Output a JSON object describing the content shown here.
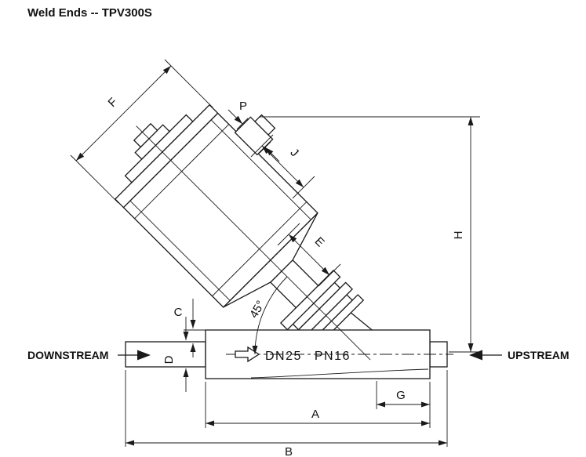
{
  "title": "Weld Ends -- TPV300S",
  "flow_labels": {
    "downstream": "DOWNSTREAM",
    "upstream": "UPSTREAM"
  },
  "pipe_marking": "DN25 PN16",
  "angle_label": "45°",
  "dim_labels": {
    "F": "F",
    "P": "P",
    "J": "J",
    "E": "E",
    "H": "H",
    "C": "C",
    "D": "D",
    "A": "A",
    "G": "G",
    "B": "B"
  },
  "colors": {
    "line": "#1a1a1a",
    "background": "#ffffff"
  }
}
